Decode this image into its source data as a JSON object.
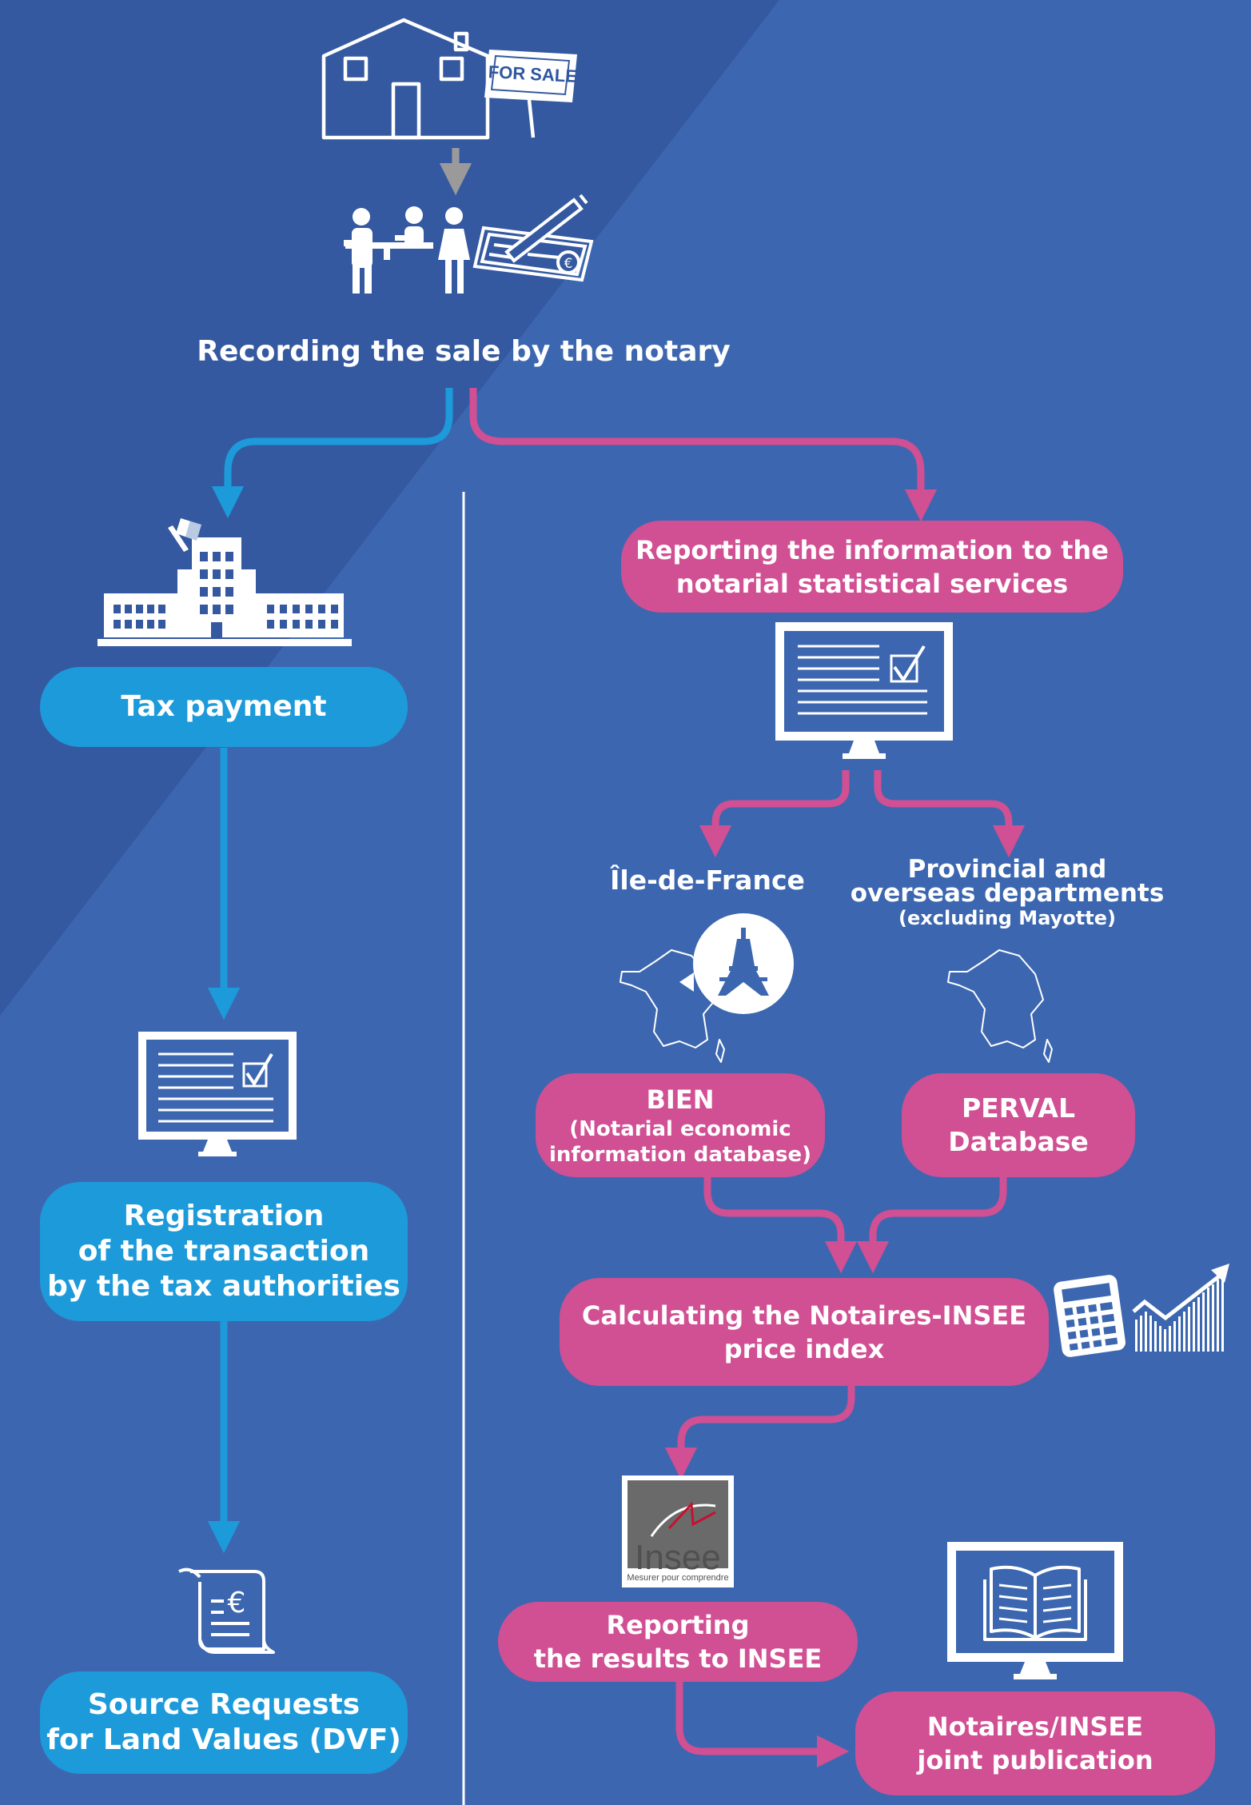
{
  "colors": {
    "background": "#3c67b0",
    "background_dark": "#3459a0",
    "blue_accent": "#1d9ad9",
    "pink_accent": "#d14f93",
    "connector_grey": "#9a9a9a",
    "text": "#ffffff"
  },
  "header": {
    "sign_text": "FOR SALE",
    "title": "Recording the sale by the notary",
    "icons": [
      "house-for-sale-icon",
      "arrow-down-icon",
      "notary-meeting-icon",
      "cheque-signing-icon"
    ]
  },
  "left_branch": {
    "tax_payment": {
      "label": "Tax payment",
      "icon": "government-building-icon"
    },
    "registration": {
      "lines": [
        "Registration",
        "of the transaction",
        "by the tax authorities"
      ],
      "icon": "monitor-check-icon"
    },
    "dvf": {
      "lines": [
        "Source Requests",
        "for Land Values (DVF)"
      ],
      "icon": "euro-scroll-icon"
    }
  },
  "right_branch": {
    "reporting_notarial": {
      "lines": [
        "Reporting the information to the",
        "notarial statistical services"
      ],
      "icon": "monitor-check-icon"
    },
    "ile_de_france": {
      "label": "Île-de-France",
      "icons": [
        "france-map-icon",
        "eiffel-tower-icon"
      ]
    },
    "provincial": {
      "lines": [
        "Provincial and",
        "overseas departments"
      ],
      "note": "(excluding Mayotte)",
      "icon": "france-map-icon"
    },
    "bien": {
      "title": "BIEN",
      "lines": [
        "(Notarial economic",
        "information database)"
      ]
    },
    "perval": {
      "lines": [
        "PERVAL",
        "Database"
      ]
    },
    "calculating": {
      "lines": [
        "Calculating the Notaires-INSEE",
        "price index"
      ],
      "icons": [
        "calculator-icon",
        "rising-chart-icon"
      ]
    },
    "insee_logo": {
      "word": "Insee",
      "tagline": "Mesurer pour comprendre"
    },
    "reporting_insee": {
      "lines": [
        "Reporting",
        "the results to INSEE"
      ]
    },
    "publication": {
      "lines": [
        "Notaires/INSEE",
        "joint publication"
      ],
      "icon": "monitor-book-icon"
    }
  }
}
